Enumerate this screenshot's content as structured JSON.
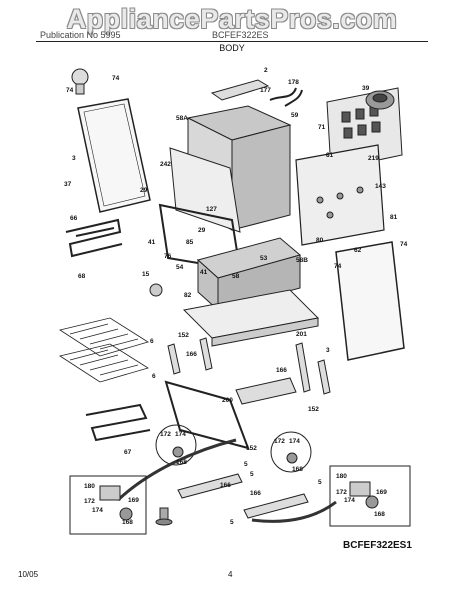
{
  "watermark": "AppliancePartsPros.com",
  "header": {
    "left": "Publication No 5995",
    "right": "BCFEF322ES",
    "section": "BODY"
  },
  "diagram_id": "BCFEF322ES1",
  "footer": {
    "date": "10/05",
    "page": "4"
  },
  "callouts": {
    "c2": "2",
    "c74a": "74",
    "c74b": "74",
    "c74c": "74",
    "c74d": "74",
    "c178": "178",
    "c177": "177",
    "c59": "59",
    "c39": "39",
    "c71": "71",
    "c58a": "58A",
    "c3a": "3",
    "c3b": "3",
    "c242": "242",
    "c81a": "81",
    "c81b": "81",
    "c219": "219",
    "c143": "143",
    "c37": "37",
    "c29a": "29",
    "c29b": "29",
    "c127": "127",
    "c66": "66",
    "c85": "85",
    "c80": "80",
    "c41a": "41",
    "c41b": "41",
    "c76": "76",
    "c54": "54",
    "c53": "53",
    "c58b": "58B",
    "c62": "62",
    "c15": "15",
    "c58": "58",
    "c68": "68",
    "c82": "82",
    "c152a": "152",
    "c152b": "152",
    "c152c": "152",
    "c201": "201",
    "c6a": "6",
    "c6b": "6",
    "c166a": "166",
    "c166b": "166",
    "c166c": "166",
    "c166d": "166",
    "c200": "200",
    "c67": "67",
    "c172a": "172",
    "c174a": "174",
    "c168a": "168",
    "c172b": "172",
    "c174b": "174",
    "c168b": "168",
    "c5a": "5",
    "c5b": "5",
    "c5c": "5",
    "c5d": "5",
    "c180a": "180",
    "c172c": "172",
    "c174c": "174",
    "c169a": "169",
    "c168c": "168",
    "c180b": "180",
    "c172d": "172",
    "c174d": "174",
    "c169b": "169",
    "c168d": "168"
  }
}
